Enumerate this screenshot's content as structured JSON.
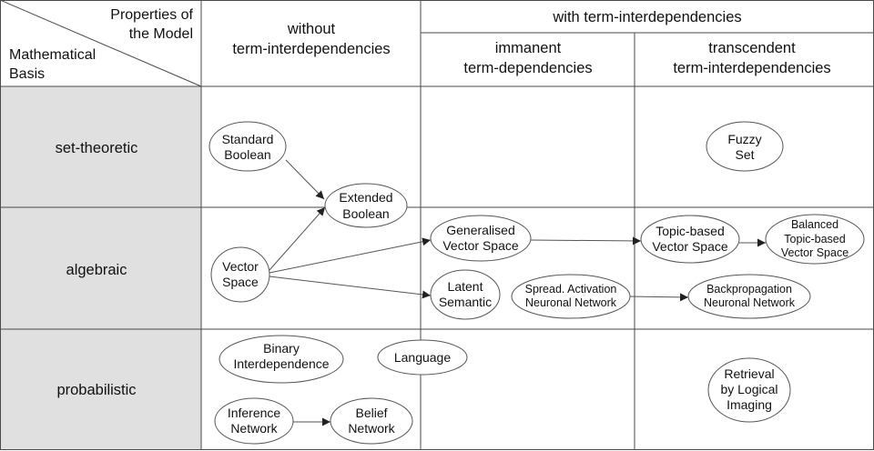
{
  "corner": {
    "properties_line1": "Properties of",
    "properties_line2": "the Model",
    "basis_line1": "Mathematical",
    "basis_line2": "Basis"
  },
  "columns": {
    "without_line1": "without",
    "without_line2": "term-interdependencies",
    "with": "with term-interdependencies",
    "immanent_line1": "immanent",
    "immanent_line2": "term-dependencies",
    "transcendent_line1": "transcendent",
    "transcendent_line2": "term-interdependencies"
  },
  "rows": {
    "set_theoretic": "set-theoretic",
    "algebraic": "algebraic",
    "probabilistic": "probabilistic"
  },
  "colors": {
    "row_header_bg": "#e0e0e0",
    "grid": "#4a4a4a",
    "node_border": "#555555"
  },
  "nodes": {
    "standard_boolean": [
      "Standard",
      "Boolean"
    ],
    "extended_boolean": [
      "Extended",
      "Boolean"
    ],
    "fuzzy_set": [
      "Fuzzy",
      "Set"
    ],
    "vector_space": [
      "Vector",
      "Space"
    ],
    "generalised_vs": [
      "Generalised",
      "Vector Space"
    ],
    "topic_based_vs": [
      "Topic-based",
      "Vector Space"
    ],
    "balanced_tbvs": [
      "Balanced",
      "Topic-based",
      "Vector Space"
    ],
    "latent_semantic": [
      "Latent",
      "Semantic"
    ],
    "spread_activation": [
      "Spread. Activation",
      "Neuronal Network"
    ],
    "backpropagation": [
      "Backpropagation",
      "Neuronal Network"
    ],
    "binary_interdependence": [
      "Binary",
      "Interdependence"
    ],
    "language": [
      "Language"
    ],
    "inference_network": [
      "Inference",
      "Network"
    ],
    "belief_network": [
      "Belief",
      "Network"
    ],
    "retrieval_logical_imaging": [
      "Retrieval",
      "by Logical",
      "Imaging"
    ]
  }
}
